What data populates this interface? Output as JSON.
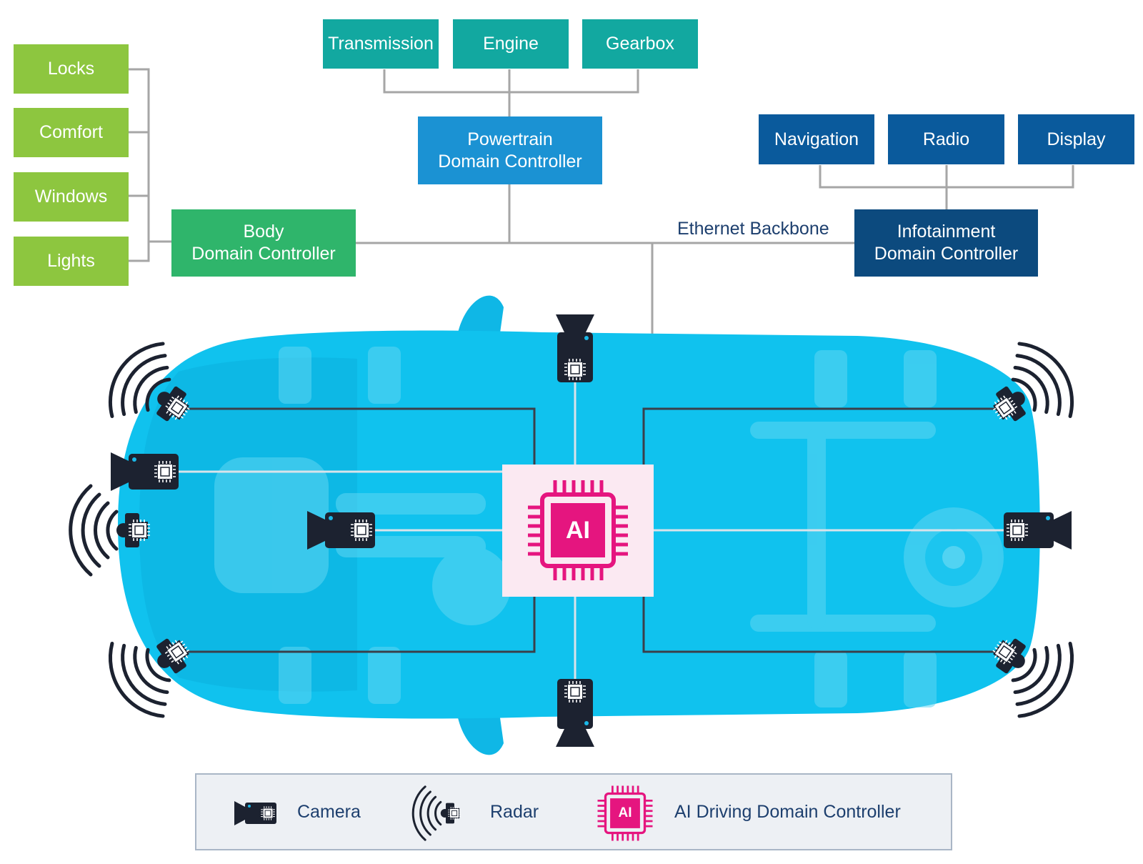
{
  "body_modules": [
    "Locks",
    "Comfort",
    "Windows",
    "Lights"
  ],
  "powertrain_modules": [
    "Transmission",
    "Engine",
    "Gearbox"
  ],
  "infotainment_modules": [
    "Navigation",
    "Radio",
    "Display"
  ],
  "controllers": {
    "body": {
      "line1": "Body",
      "line2": "Domain Controller"
    },
    "powertrain": {
      "line1": "Powertrain",
      "line2": "Domain Controller"
    },
    "infotainment": {
      "line1": "Infotainment",
      "line2": "Domain Controller"
    }
  },
  "backbone_label": "Ethernet Backbone",
  "ai_chip_label": "AI",
  "legend": {
    "camera": "Camera",
    "radar": "Radar",
    "ai_label": "AI",
    "ai_controller": "AI Driving Domain Controller"
  },
  "colors": {
    "body_modules": "#8dc63f",
    "body_controller": "#2fb56b",
    "powertrain_modules": "#12a8a0",
    "powertrain_controller": "#1b92d3",
    "infotainment_modules": "#0a5a9c",
    "infotainment_controller": "#0c4a7e",
    "car_body": "#0fc0ec",
    "ai_accent": "#e5157f",
    "sensor": "#1c2230"
  }
}
